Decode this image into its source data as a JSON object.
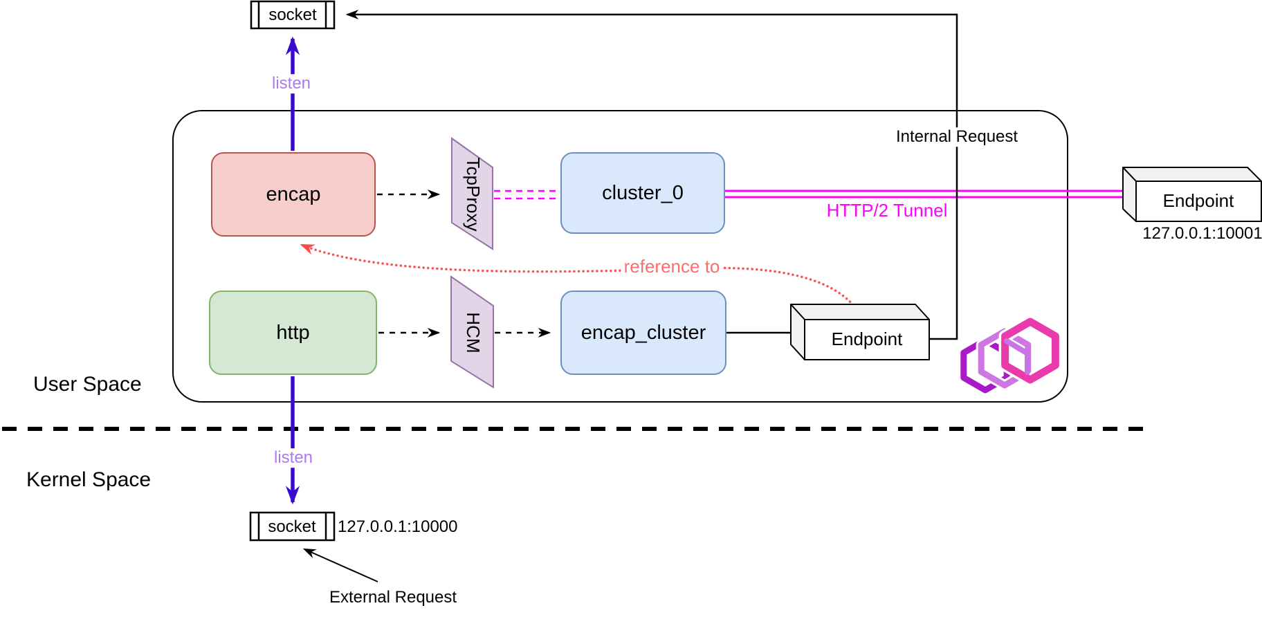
{
  "diagram": {
    "title_context": "Envoy internal listener tunneling diagram",
    "labels": {
      "socket_top": "socket",
      "socket_bottom": "socket",
      "listen_top": "listen",
      "listen_bottom": "listen",
      "encap_listener": "encap",
      "http_listener": "http",
      "tcp_proxy": "TcpProxy",
      "hcm": "HCM",
      "cluster_0": "cluster_0",
      "encap_cluster": "encap_cluster",
      "endpoint_internal": "Endpoint",
      "endpoint_external": "Endpoint",
      "endpoint_external_address": "127.0.0.1:10001",
      "socket_bottom_address": "127.0.0.1:10000",
      "internal_request": "Internal Request",
      "external_request": "External Request",
      "http2_tunnel": "HTTP/2 Tunnel",
      "reference_to": "reference to",
      "user_space": "User Space",
      "kernel_space": "Kernel Space"
    },
    "colors": {
      "listener_arrow": "#3a0ad1",
      "listen_label": "#ab7bee",
      "tunnel_magenta": "#ff00ff",
      "reference_red": "#fa5252",
      "reference_label": "#fa6e6e",
      "encap_fill": "#f8cecc",
      "encap_stroke": "#b85450",
      "http_fill": "#d5e8d4",
      "http_stroke": "#82b366",
      "cluster_fill": "#dae8fc",
      "cluster_stroke": "#6c8ebf",
      "filter_fill": "#e1d5e7",
      "filter_stroke": "#9673a6",
      "logo_front": "#ea3bad",
      "logo_middle": "#cd78e2",
      "logo_back": "#a81ac6"
    }
  }
}
